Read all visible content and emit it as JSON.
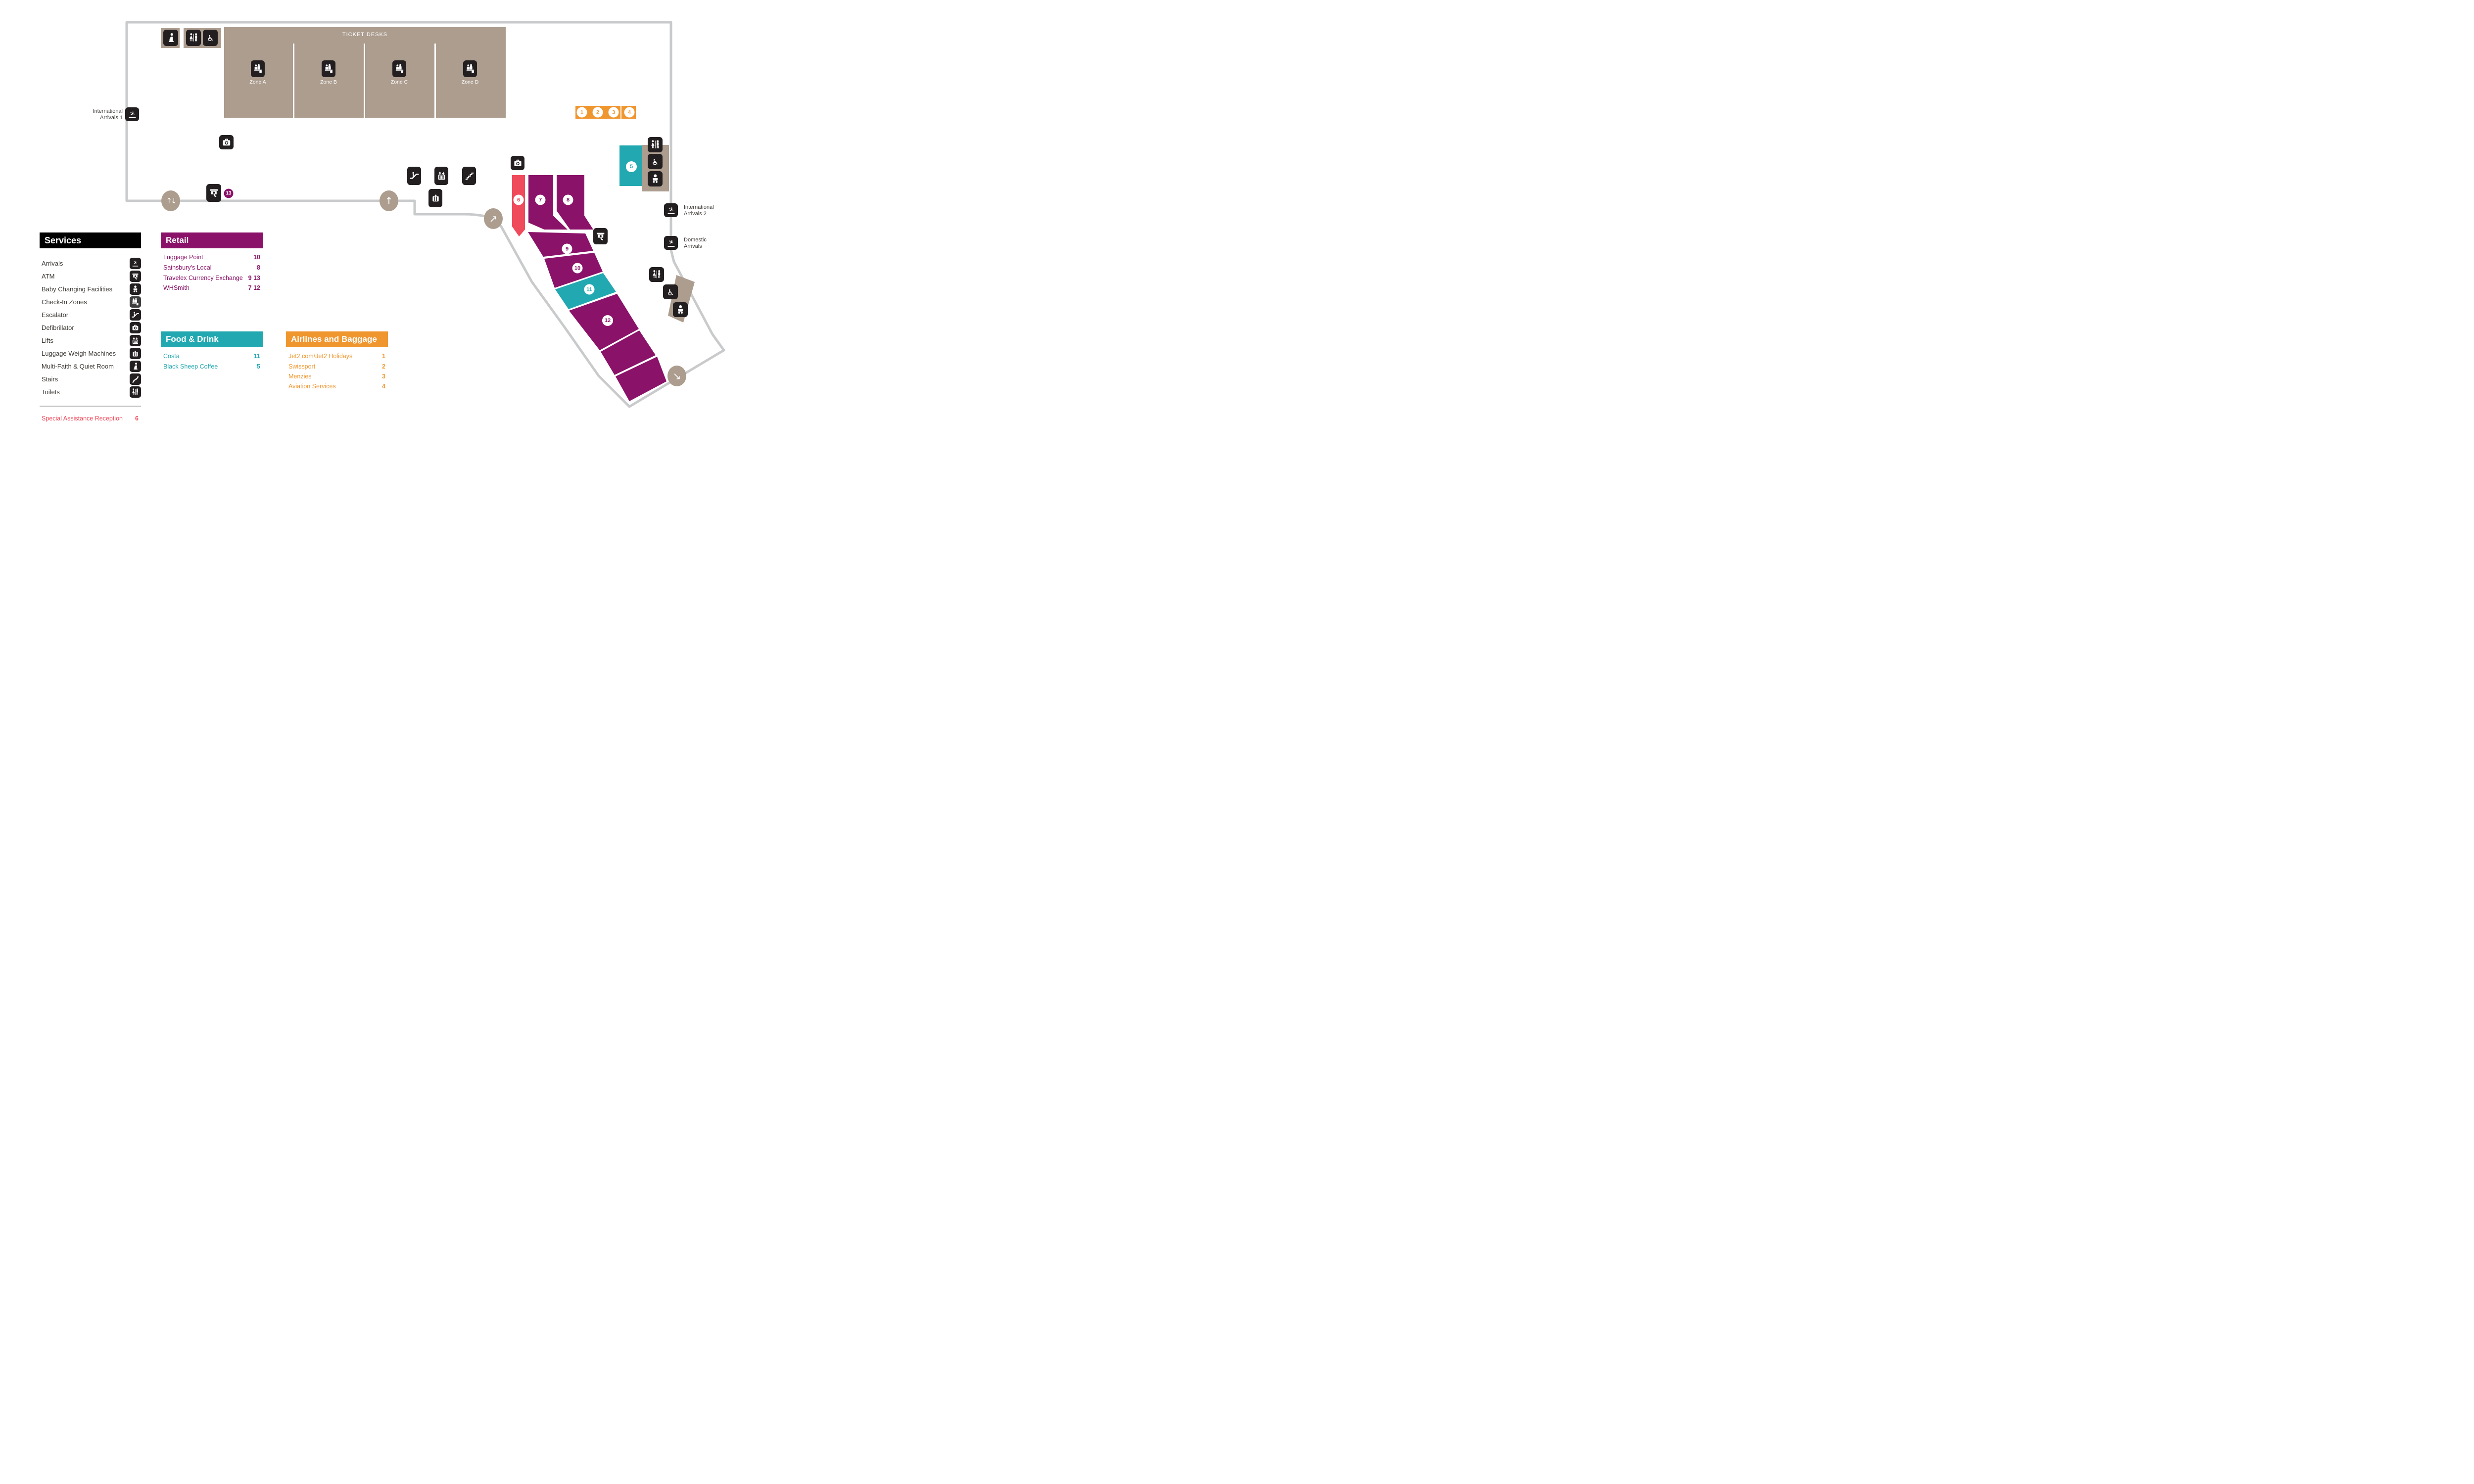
{
  "map": {
    "ticket_desks": {
      "title": "TICKET DESKS",
      "zones": [
        "Zone A",
        "Zone B",
        "Zone C",
        "Zone D"
      ]
    },
    "labels": {
      "intl_arrivals_1": [
        "International",
        "Arrivals 1"
      ],
      "intl_arrivals_2": [
        "International",
        "Arrivals 2"
      ],
      "domestic_arrivals": [
        "Domestic",
        "Arrivals"
      ]
    },
    "markers": {
      "1": "1",
      "2": "2",
      "3": "3",
      "4": "4",
      "5": "5",
      "6": "6",
      "7": "7",
      "8": "8",
      "9": "9",
      "10": "10",
      "11": "11",
      "12": "12",
      "13": "13"
    }
  },
  "legends": {
    "services": {
      "title": "Services",
      "items": [
        {
          "label": "Arrivals",
          "icon": "plane-landing-icon"
        },
        {
          "label": "ATM",
          "icon": "atm-icon"
        },
        {
          "label": "Baby Changing Facilities",
          "icon": "baby-icon"
        },
        {
          "label": "Check-In Zones",
          "icon": "checkin-icon"
        },
        {
          "label": "Escalator",
          "icon": "escalator-icon"
        },
        {
          "label": "Defibrillator",
          "icon": "defibrillator-icon"
        },
        {
          "label": "Lifts",
          "icon": "lift-icon"
        },
        {
          "label": "Luggage Weigh Machines",
          "icon": "luggage-icon"
        },
        {
          "label": "Multi-Faith & Quiet Room",
          "icon": "multifaith-icon"
        },
        {
          "label": "Stairs",
          "icon": "stairs-icon"
        },
        {
          "label": "Toilets",
          "icon": "toilets-icon"
        }
      ],
      "special_assistance": {
        "label": "Special Assistance Reception",
        "number": "6"
      }
    },
    "retail": {
      "title": "Retail",
      "items": [
        {
          "label": "Luggage Point",
          "numbers": "10"
        },
        {
          "label": "Sainsbury's Local",
          "numbers": "8"
        },
        {
          "label": "Travelex Currency Exchange",
          "numbers": "9 13"
        },
        {
          "label": "WHSmith",
          "numbers": "7 12"
        }
      ]
    },
    "food_drink": {
      "title": "Food & Drink",
      "items": [
        {
          "label": "Costa",
          "numbers": "11"
        },
        {
          "label": "Black Sheep Coffee",
          "numbers": "5"
        }
      ]
    },
    "airlines": {
      "title": "Airlines and Baggage",
      "items": [
        {
          "label": "Jet2.com/Jet2 Holidays",
          "numbers": "1"
        },
        {
          "label": "Swissport",
          "numbers": "2"
        },
        {
          "label": "Menzies",
          "numbers": "3"
        },
        {
          "label": "Aviation Services",
          "numbers": "4"
        }
      ]
    }
  },
  "colors": {
    "purple": "#8A1268",
    "teal": "#22A8B0",
    "orange": "#F0962F",
    "red": "#EF4B5C",
    "taupe": "#AC9D8F",
    "path": "#C9CACB",
    "ink": "#231F20",
    "text": "#3D3935"
  }
}
